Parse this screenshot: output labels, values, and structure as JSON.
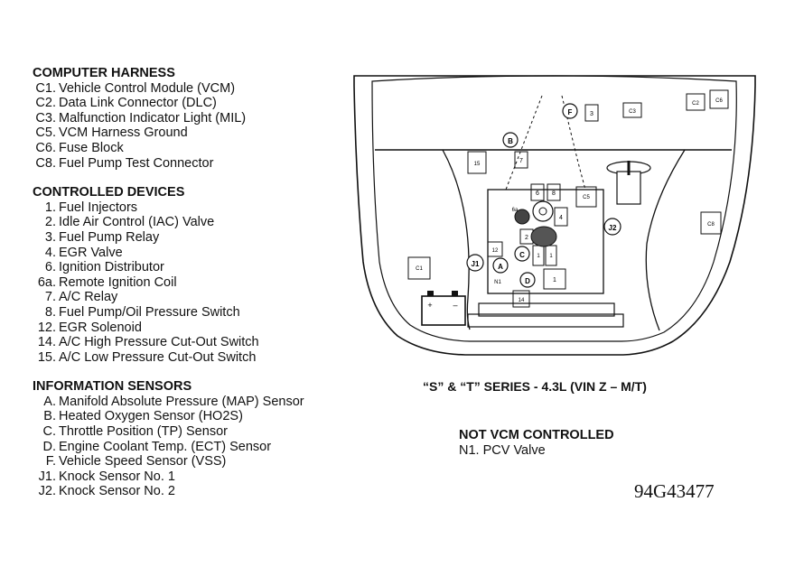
{
  "sections": [
    {
      "title": "COMPUTER HARNESS",
      "items": [
        {
          "key": "C1.",
          "label": "Vehicle Control Module (VCM)"
        },
        {
          "key": "C2.",
          "label": "Data Link Connector (DLC)"
        },
        {
          "key": "C3.",
          "label": "Malfunction Indicator Light (MIL)"
        },
        {
          "key": "C5.",
          "label": "VCM Harness Ground"
        },
        {
          "key": "C6.",
          "label": "Fuse Block"
        },
        {
          "key": "C8.",
          "label": "Fuel Pump Test Connector"
        }
      ]
    },
    {
      "title": "CONTROLLED DEVICES",
      "items": [
        {
          "key": "1.",
          "label": "Fuel Injectors"
        },
        {
          "key": "2.",
          "label": "Idle Air Control (IAC) Valve"
        },
        {
          "key": "3.",
          "label": "Fuel Pump Relay"
        },
        {
          "key": "4.",
          "label": "EGR Valve"
        },
        {
          "key": "6.",
          "label": "Ignition Distributor"
        },
        {
          "key": "6a.",
          "label": "Remote Ignition Coil"
        },
        {
          "key": "7.",
          "label": "A/C Relay"
        },
        {
          "key": "8.",
          "label": "Fuel Pump/Oil Pressure Switch"
        },
        {
          "key": "12.",
          "label": "EGR Solenoid"
        },
        {
          "key": "14.",
          "label": "A/C High Pressure Cut-Out Switch"
        },
        {
          "key": "15.",
          "label": "A/C Low Pressure Cut-Out Switch"
        }
      ]
    },
    {
      "title": "INFORMATION SENSORS",
      "items": [
        {
          "key": "A.",
          "label": "Manifold Absolute Pressure (MAP) Sensor"
        },
        {
          "key": "B.",
          "label": "Heated Oxygen Sensor (HO2S)"
        },
        {
          "key": "C.",
          "label": "Throttle Position (TP) Sensor"
        },
        {
          "key": "D.",
          "label": "Engine Coolant Temp. (ECT) Sensor"
        },
        {
          "key": "F.",
          "label": "Vehicle Speed Sensor (VSS)"
        },
        {
          "key": "J1.",
          "label": "Knock Sensor No. 1"
        },
        {
          "key": "J2.",
          "label": "Knock Sensor No. 2"
        }
      ]
    }
  ],
  "caption": "“S” & “T” SERIES  -  4.3L (VIN Z – M/T)",
  "not_vcm": {
    "title": "NOT VCM CONTROLLED",
    "items": [
      {
        "key": "N1.",
        "label": "PCV Valve"
      }
    ]
  },
  "figure_id": "94G43477",
  "diagram_labels": {
    "c1": "C1",
    "c2": "C2",
    "c3": "C3",
    "c5": "C5",
    "c6": "C6",
    "c8": "C8",
    "n1": "N1",
    "n15": "15",
    "n7": "7",
    "n3": "3",
    "n6": "6",
    "n8": "8",
    "n6a": "6a",
    "n4": "4",
    "n2": "2",
    "n12": "12",
    "n14": "14",
    "n1_inj": "1",
    "n1b": "1",
    "n1c": "1",
    "a": "A",
    "b": "B",
    "c": "C",
    "d": "D",
    "f": "F",
    "j1": "J1",
    "j2": "J2",
    "battery_plus": "+",
    "battery_minus": "–"
  }
}
